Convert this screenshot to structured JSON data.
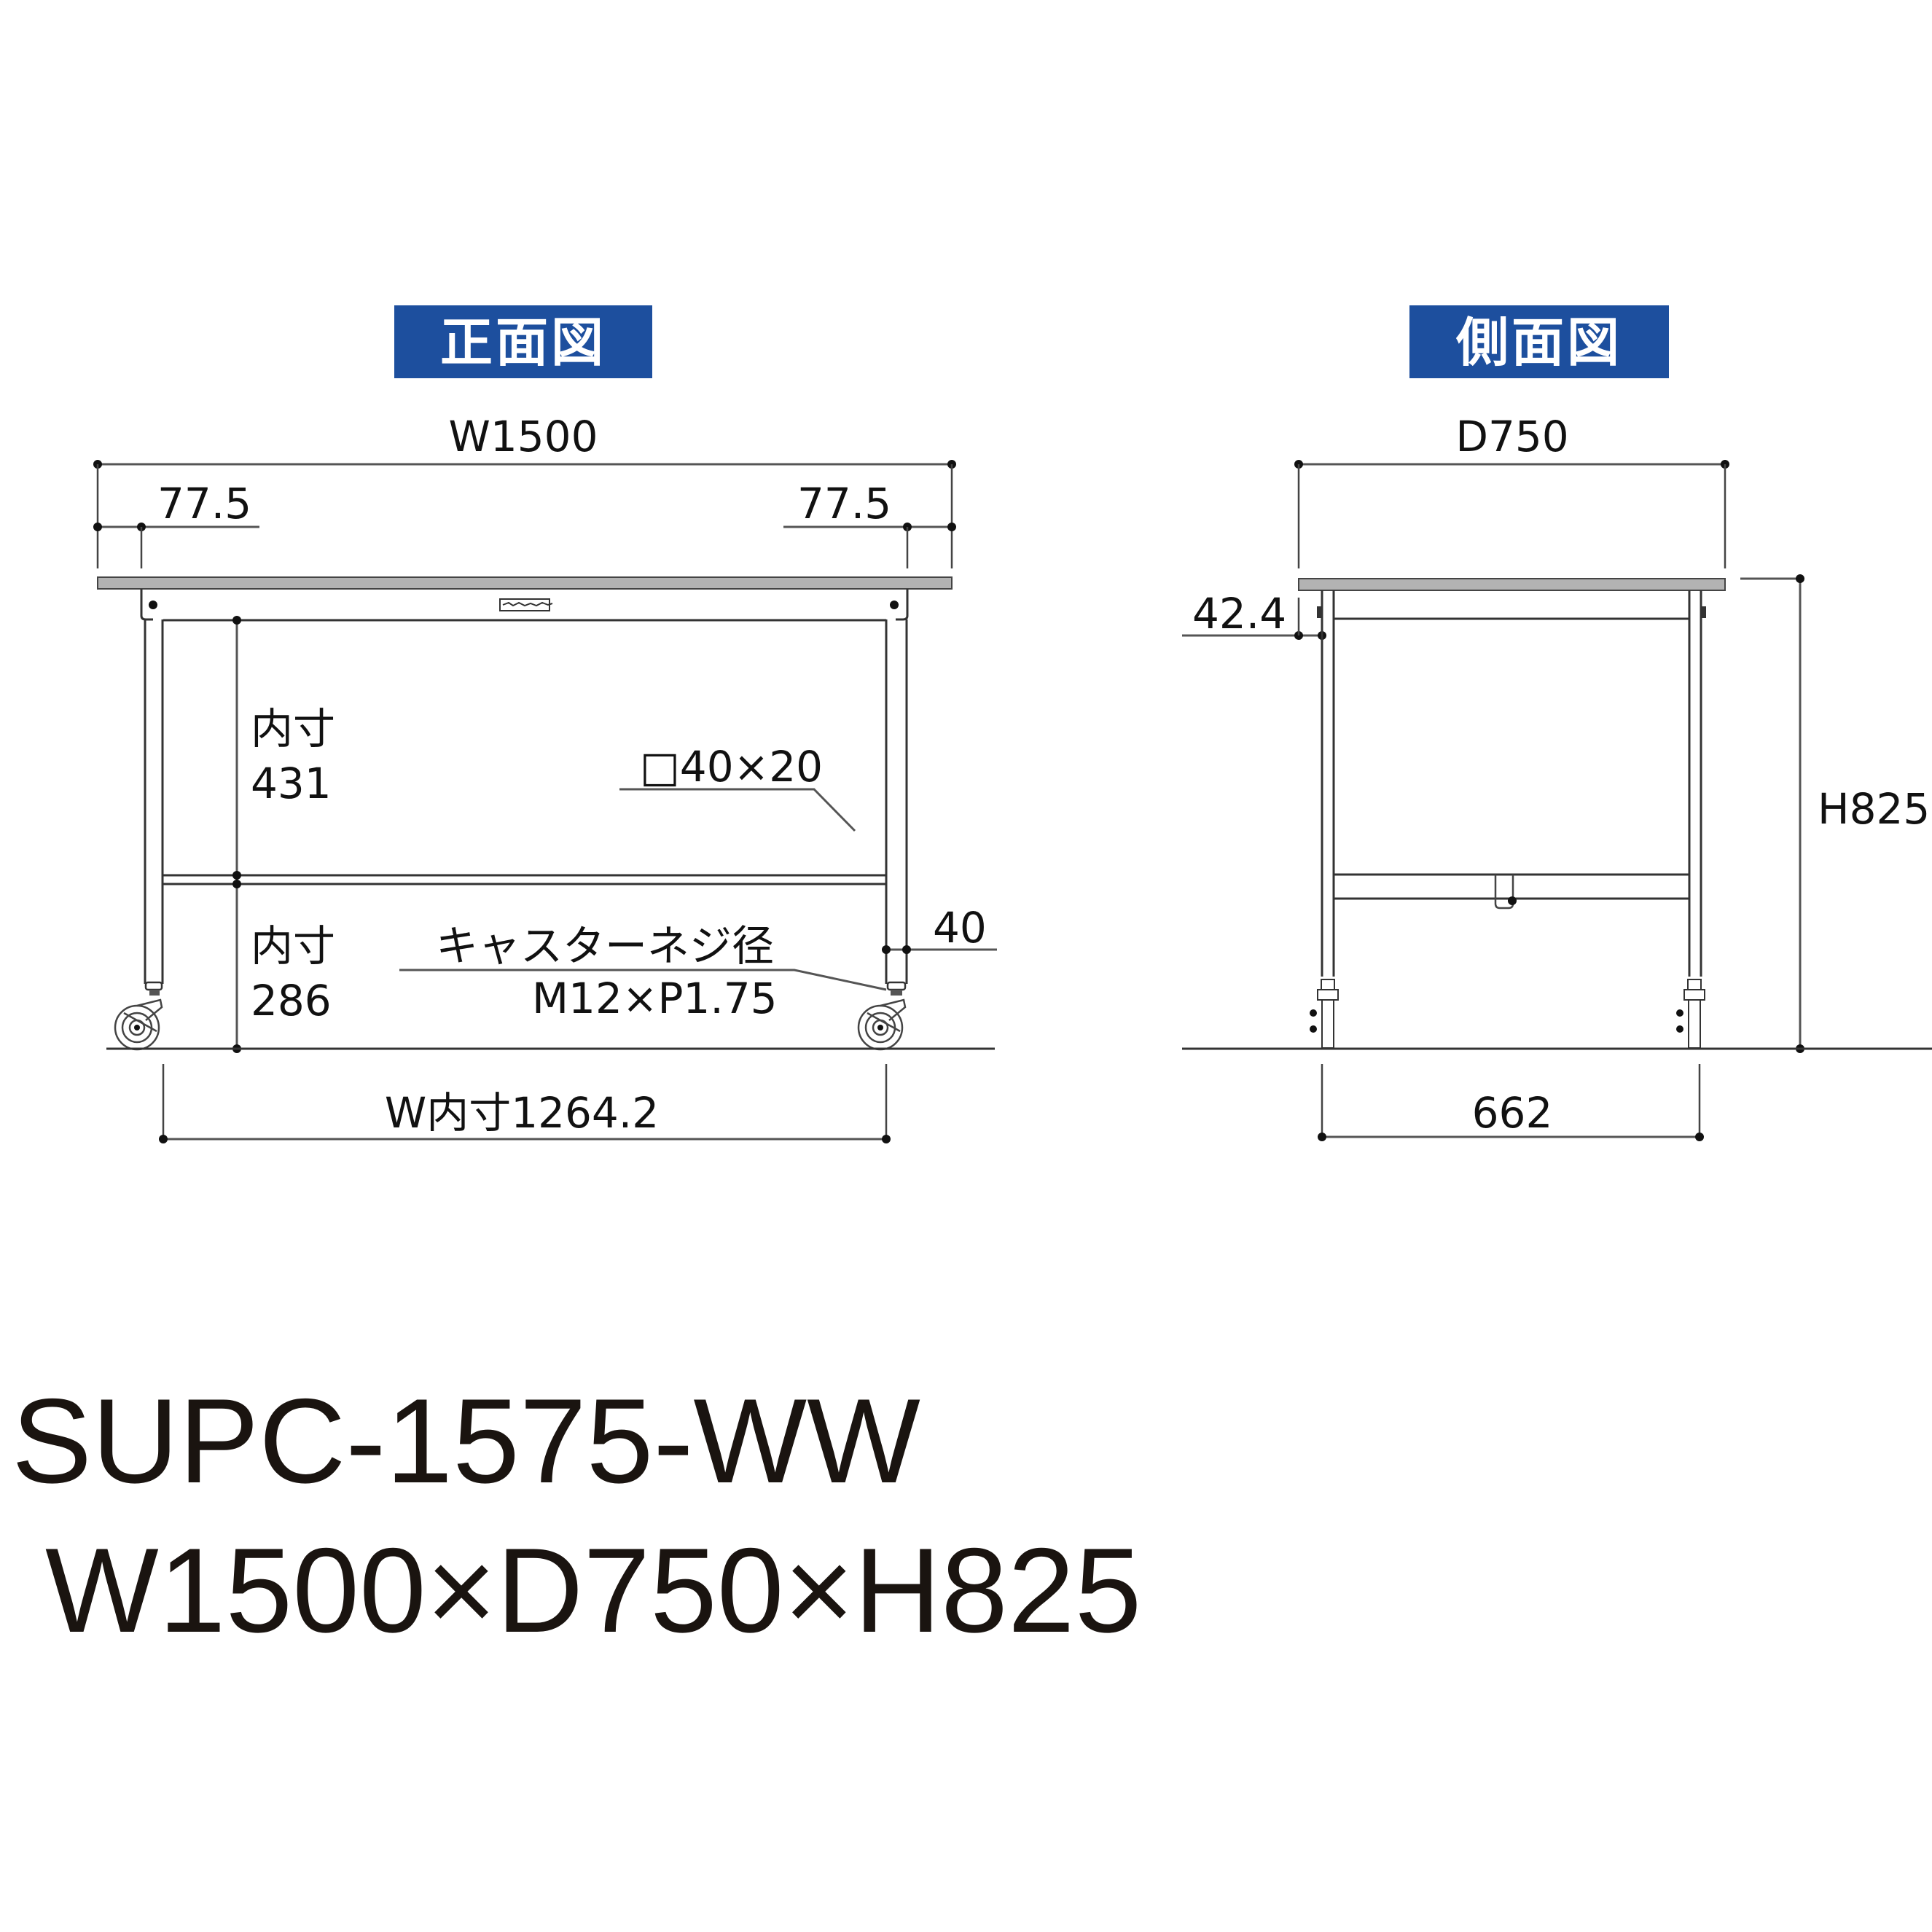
{
  "front_view": {
    "title": "正面図",
    "dims": {
      "overall_width": "W1500",
      "left_offset": "77.5",
      "right_offset": "77.5",
      "upper_inner_label": "内寸",
      "upper_inner_value": "431",
      "lower_inner_label": "内寸",
      "lower_inner_value": "286",
      "pipe_size": "□40×20",
      "foot_height": "40",
      "caster_thread_label": "キャスターネジ径",
      "caster_thread_value": "M12×P1.75",
      "inner_width": "W内寸1264.2"
    }
  },
  "side_view": {
    "title": "側面図",
    "dims": {
      "overall_depth": "D750",
      "top_offset": "42.4",
      "height": "H825",
      "leg_span": "662"
    }
  },
  "model": {
    "code": "SUPC-1575-WW",
    "size": "W1500×D750×H825"
  },
  "colors": {
    "header_bg": "#1d4f9e",
    "table_top": "#b3b3b3",
    "text": "#1a1410"
  }
}
